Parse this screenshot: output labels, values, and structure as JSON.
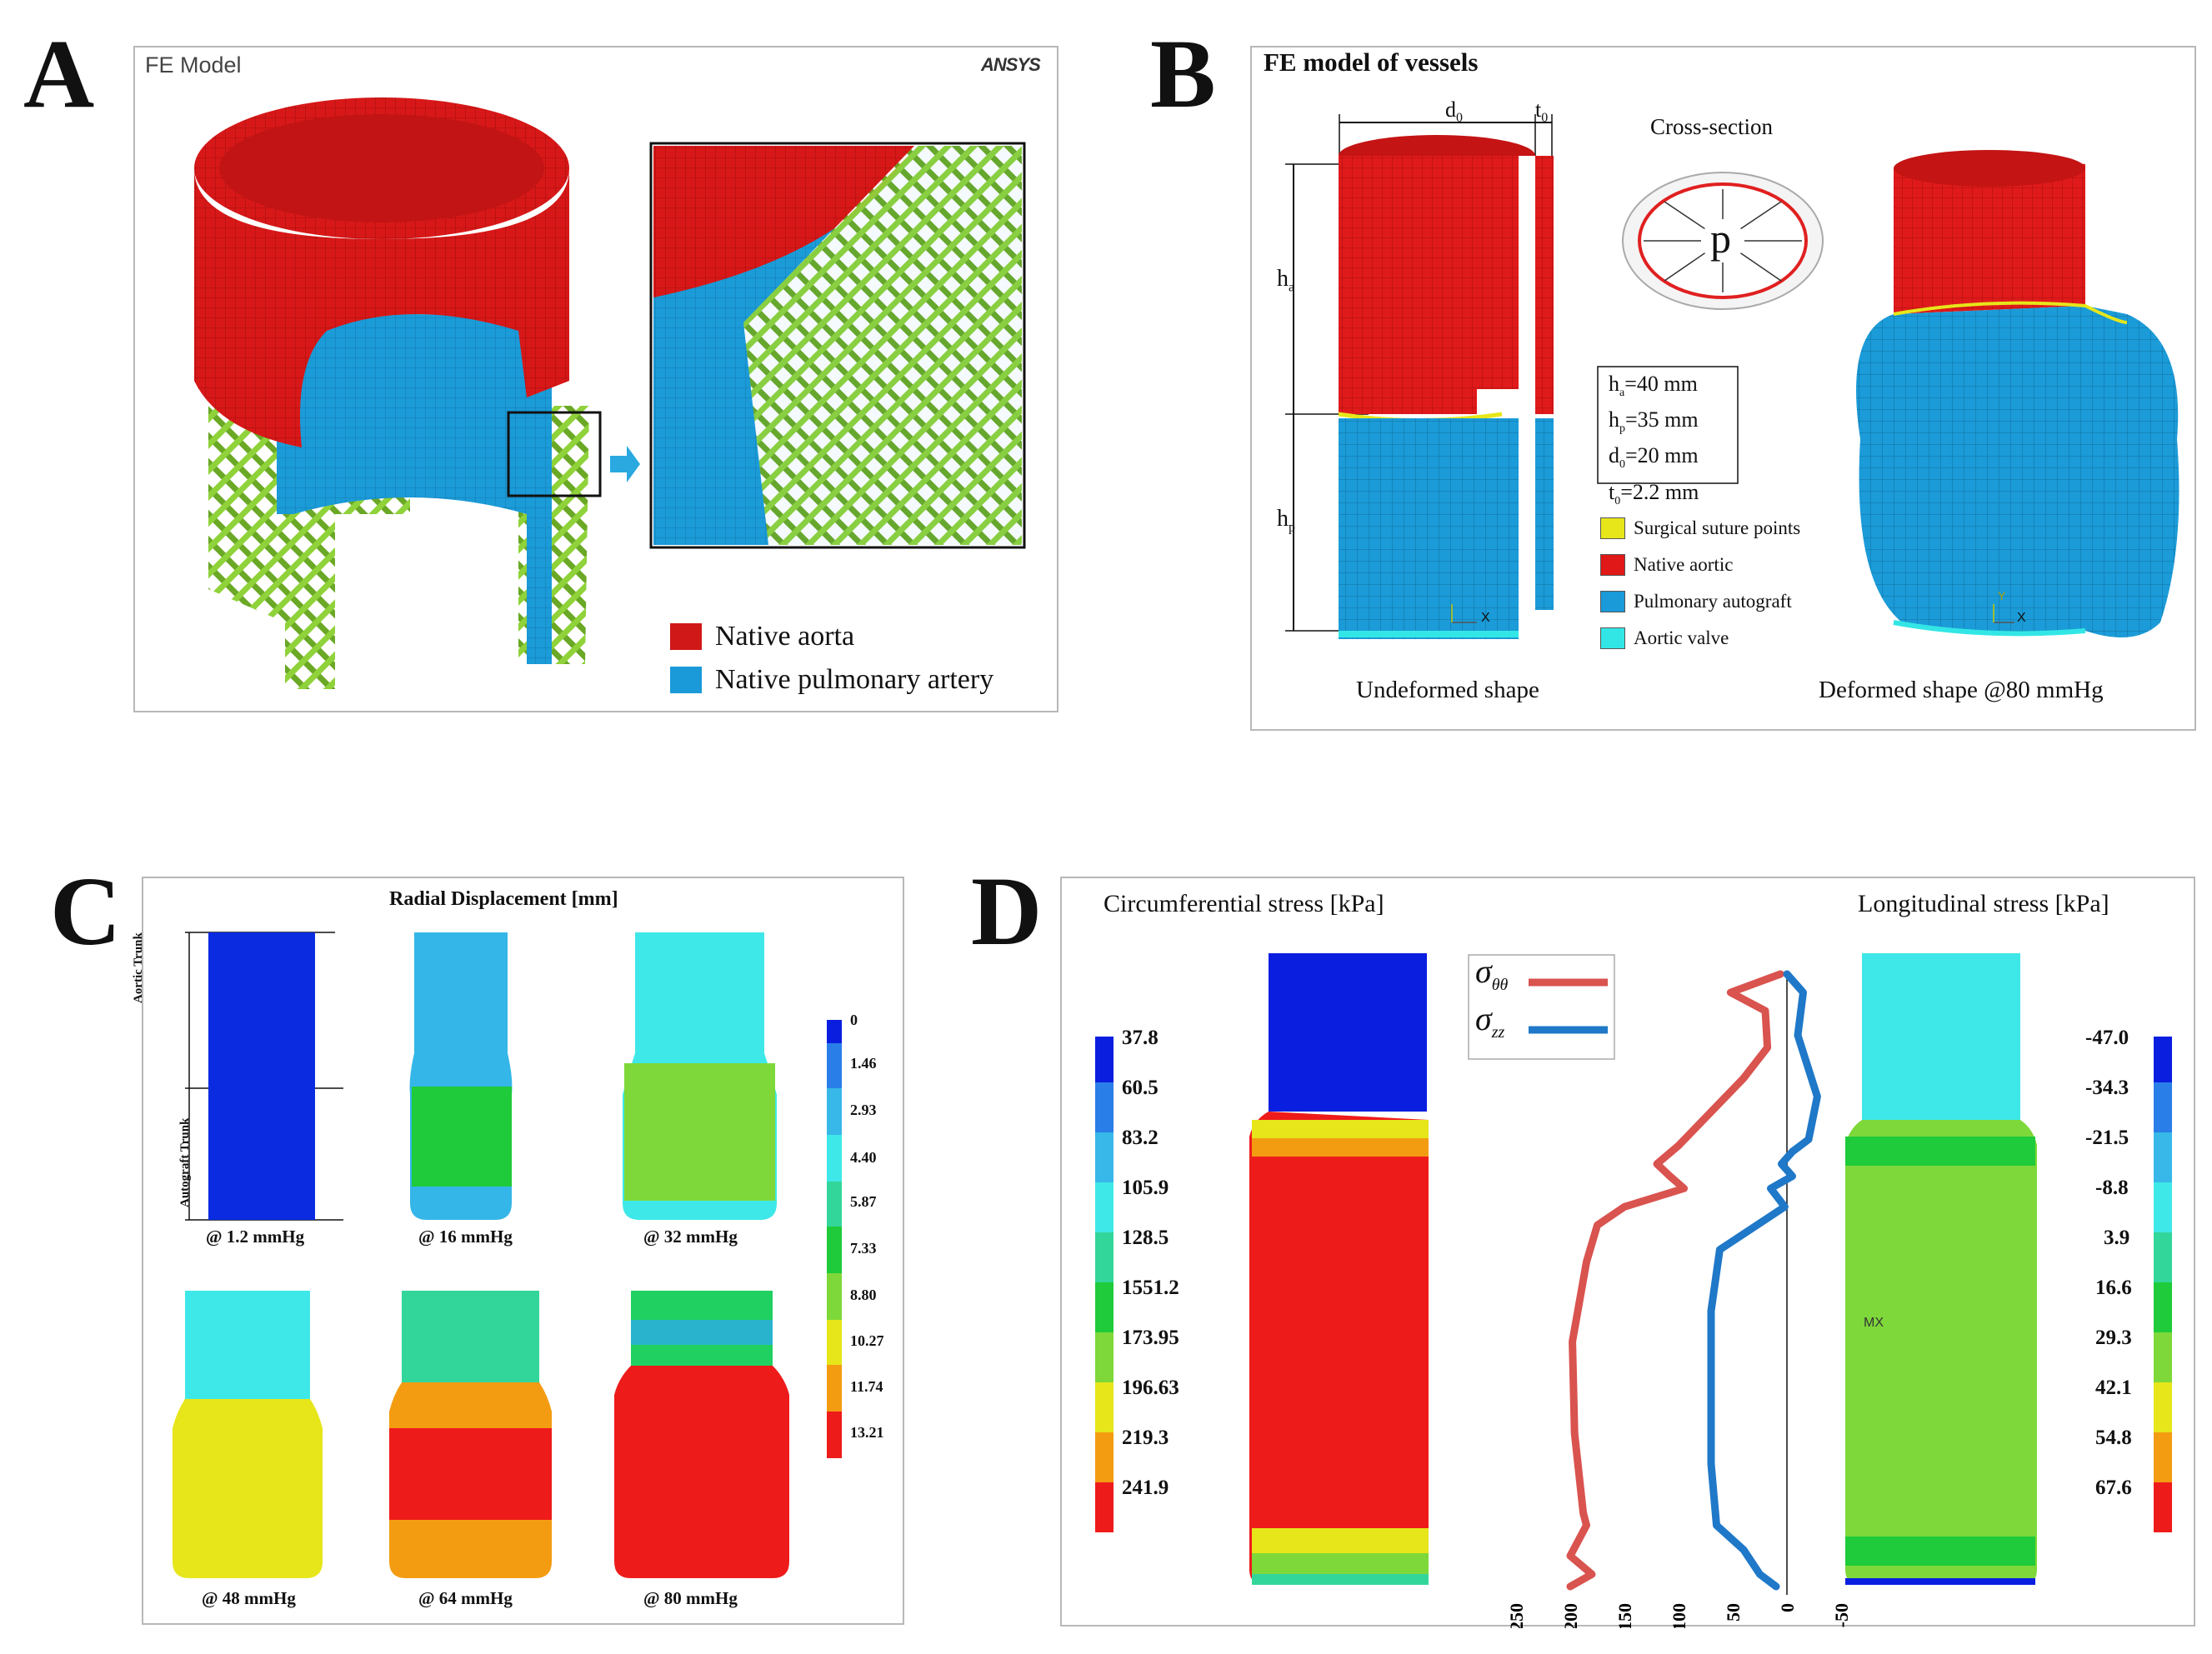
{
  "panel_letters": [
    "A",
    "B",
    "C",
    "D"
  ],
  "panel_a": {
    "title": "FE Model",
    "logo": "ANSYS",
    "legend": [
      {
        "label": "Native aorta",
        "color": "#d01818"
      },
      {
        "label": "Native pulmonary artery",
        "color": "#1a9ad8"
      }
    ]
  },
  "panel_b": {
    "title": "FE model of vessels",
    "dim_d0": "d",
    "dim_d0_sub": "0",
    "dim_t0": "t",
    "dim_t0_sub": "0",
    "dim_ha": "h",
    "dim_ha_sub": "a",
    "dim_hp": "h",
    "dim_hp_sub": "p",
    "cross_section_title": "Cross-section",
    "pressure_symbol": "p",
    "params": [
      {
        "sym": "h",
        "sub": "a",
        "val": "=40 mm"
      },
      {
        "sym": "h",
        "sub": "p",
        "val": "=35 mm"
      },
      {
        "sym": "d",
        "sub": "0",
        "val": "=20 mm"
      },
      {
        "sym": "t",
        "sub": "0",
        "val": "=2.2 mm"
      }
    ],
    "legend": [
      {
        "label": "Surgical suture points",
        "color": "#e6e61a"
      },
      {
        "label": "Native aortic",
        "color": "#e01818"
      },
      {
        "label": "Pulmonary autograft",
        "color": "#1a9ad8"
      },
      {
        "label": "Aortic valve",
        "color": "#33e6e6"
      }
    ],
    "caption_left": "Undeformed shape",
    "caption_right": "Deformed shape @80 mmHg",
    "axis_x": "X",
    "axis_y": "Y"
  },
  "panel_c": {
    "title": "Radial Displacement [mm]",
    "side_label_top": "Aortic Trunk",
    "side_label_bottom": "Autograft Trunk",
    "pressures": [
      "@ 1.2 mmHg",
      "@ 16 mmHg",
      "@ 32 mmHg",
      "@ 48 mmHg",
      "@ 64 mmHg",
      "@ 80 mmHg"
    ],
    "colorbar_ticks": [
      "0",
      "1.46",
      "2.93",
      "4.40",
      "5.87",
      "7.33",
      "8.80",
      "10.27",
      "11.74",
      "13.21"
    ]
  },
  "panel_d": {
    "title_left": "Circumferential stress [kPa]",
    "title_right": "Longitudinal stress [kPa]",
    "left_ticks": [
      "37.8",
      "60.5",
      "83.2",
      "105.9",
      "128.5",
      "1551.2",
      "173.95",
      "196.63",
      "219.3",
      "241.9"
    ],
    "right_ticks": [
      "-47.0",
      "-34.3",
      "-21.5",
      "-8.8",
      "3.9",
      "16.6",
      "29.3",
      "42.1",
      "54.8",
      "67.6"
    ],
    "legend": [
      {
        "symbol": "σ",
        "sub": "θθ",
        "color": "#d9534f"
      },
      {
        "symbol": "σ",
        "sub": "zz",
        "color": "#1f78c8"
      }
    ],
    "mx_label": "MX",
    "colors": {
      "theta": "#d9534f",
      "zz": "#1f78c8"
    }
  },
  "chart_data": {
    "type": "line",
    "x_axis_ticks": [
      "250",
      "200",
      "150",
      "100",
      "50",
      "0",
      "-50"
    ],
    "xlim": [
      250,
      -50
    ],
    "ylim": [
      0,
      1
    ],
    "series": [
      {
        "name": "σθθ",
        "points": [
          [
            6,
            0.0
          ],
          [
            52,
            0.03
          ],
          [
            20,
            0.06
          ],
          [
            18,
            0.12
          ],
          [
            40,
            0.17
          ],
          [
            100,
            0.28
          ],
          [
            120,
            0.31
          ],
          [
            108,
            0.33
          ],
          [
            95,
            0.35
          ],
          [
            150,
            0.38
          ],
          [
            175,
            0.41
          ],
          [
            185,
            0.47
          ],
          [
            198,
            0.6
          ],
          [
            196,
            0.75
          ],
          [
            188,
            0.88
          ],
          [
            185,
            0.9
          ],
          [
            200,
            0.95
          ],
          [
            180,
            0.98
          ],
          [
            200,
            1.0
          ]
        ]
      },
      {
        "name": "σzz",
        "points": [
          [
            0,
            0.0
          ],
          [
            -15,
            0.03
          ],
          [
            -10,
            0.1
          ],
          [
            -28,
            0.2
          ],
          [
            -20,
            0.27
          ],
          [
            -5,
            0.29
          ],
          [
            5,
            0.31
          ],
          [
            -5,
            0.33
          ],
          [
            15,
            0.35
          ],
          [
            2,
            0.38
          ],
          [
            62,
            0.45
          ],
          [
            70,
            0.55
          ],
          [
            70,
            0.8
          ],
          [
            65,
            0.9
          ],
          [
            40,
            0.94
          ],
          [
            25,
            0.98
          ],
          [
            10,
            1.0
          ]
        ]
      }
    ]
  }
}
